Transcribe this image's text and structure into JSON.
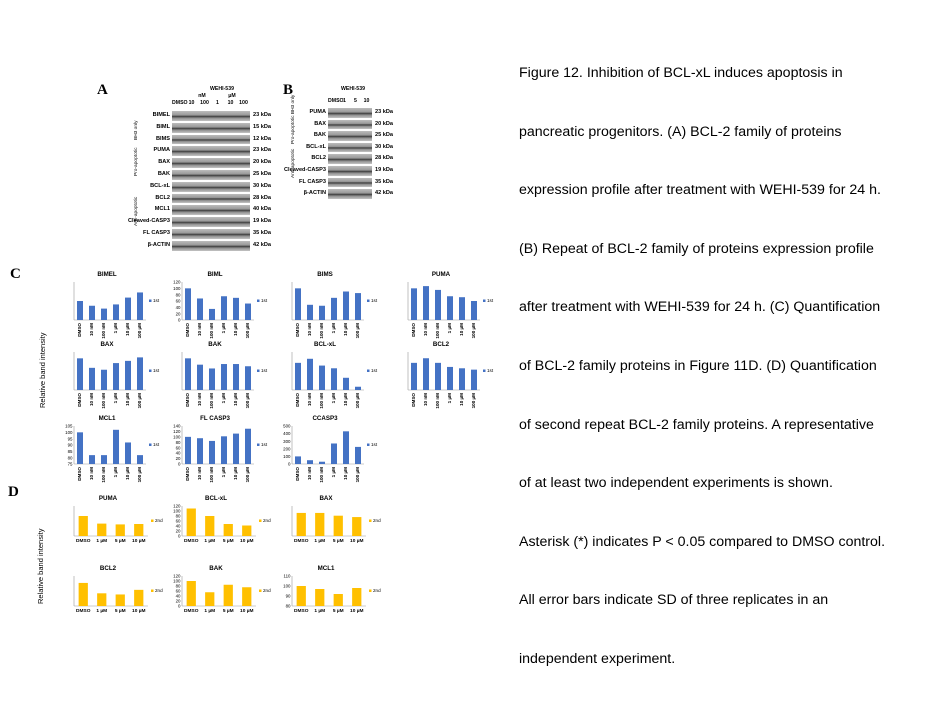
{
  "caption": {
    "lines": [
      "Figure 12. Inhibition of BCL-xL induces apoptosis in",
      "pancreatic progenitors. (A) BCL-2 family of proteins",
      "expression profile after treatment with WEHI-539 for 24 h.",
      "(B) Repeat of BCL-2 family of proteins expression profile",
      "after treatment with WEHI-539 for 24 h. (C) Quantification",
      "of BCL-2 family proteins in Figure 11D. (D) Quantification",
      "of second repeat BCL-2 family proteins. A representative",
      "of at least two independent experiments is shown.",
      "Asterisk (*) indicates P < 0.05 compared to DMSO control.",
      "All error bars indicate SD of three replicates in an",
      "independent experiment."
    ]
  },
  "panels": {
    "a": "A",
    "b": "B",
    "c": "C",
    "d": "D"
  },
  "blot_a": {
    "treatment": "WEHI-539",
    "units": [
      "nM",
      "μM"
    ],
    "lanes": [
      "DMSO",
      "10",
      "100",
      "1",
      "10",
      "100"
    ],
    "groups": [
      "BH3 only",
      "Pro-apoptotic",
      "Anti-apoptotic"
    ],
    "rows": [
      {
        "label": "BIMEL",
        "kda": "23 kDa"
      },
      {
        "label": "BIML",
        "kda": "15 kDa"
      },
      {
        "label": "BIMS",
        "kda": "12 kDa"
      },
      {
        "label": "PUMA",
        "kda": "23 kDa"
      },
      {
        "label": "BAX",
        "kda": "20 kDa"
      },
      {
        "label": "BAK",
        "kda": "25 kDa"
      },
      {
        "label": "BCL-xL",
        "kda": "30 kDa"
      },
      {
        "label": "BCL2",
        "kda": "28 kDa"
      },
      {
        "label": "MCL1",
        "kda": "40 kDa"
      },
      {
        "label": "Cleaved-CASP3",
        "kda": "19 kDa"
      },
      {
        "label": "FL CASP3",
        "kda": "35 kDa"
      },
      {
        "label": "β-ACTIN",
        "kda": "42 kDa"
      }
    ]
  },
  "blot_b": {
    "treatment": "WEHI-539",
    "lanes": [
      "DMSO",
      "1",
      "5",
      "10"
    ],
    "groups": [
      "Pro-apoptotic BH3 only",
      "Anti-apoptotic"
    ],
    "rows": [
      {
        "label": "PUMA",
        "kda": "23 kDa"
      },
      {
        "label": "BAX",
        "kda": "20 kDa"
      },
      {
        "label": "BAK",
        "kda": "25 kDa"
      },
      {
        "label": "BCL-xL",
        "kda": "30 kDa"
      },
      {
        "label": "BCL2",
        "kda": "28 kDa"
      },
      {
        "label": "Cleaved-CASP3",
        "kda": "19 kDa"
      },
      {
        "label": "FL CASP3",
        "kda": "35 kDa"
      },
      {
        "label": "β-ACTIN",
        "kda": "42 kDa"
      }
    ]
  },
  "axis_label": "Relative band intensity",
  "chart_data": [
    {
      "type": "bar",
      "panel": "C",
      "title": "BIMEL",
      "categories": [
        "DMSO",
        "10 nM",
        "100 nM",
        "1 µM",
        "10 µM",
        "100 µM"
      ],
      "series": [
        {
          "name": "1st",
          "values": [
            100,
            75,
            60,
            82,
            118,
            145
          ]
        }
      ],
      "ylim": [
        0,
        200
      ],
      "yticks": [],
      "color": "#4472c4"
    },
    {
      "type": "bar",
      "panel": "C",
      "title": "BIML",
      "categories": [
        "DMSO",
        "10 nM",
        "100 nM",
        "1 µM",
        "10 µM",
        "100 µM"
      ],
      "series": [
        {
          "name": "1st",
          "values": [
            100,
            68,
            35,
            75,
            70,
            52
          ]
        }
      ],
      "ylim": [
        0,
        120
      ],
      "yticks": [
        0,
        20,
        40,
        60,
        80,
        100,
        120
      ],
      "color": "#4472c4"
    },
    {
      "type": "bar",
      "panel": "C",
      "title": "BIMS",
      "categories": [
        "DMSO",
        "10 nM",
        "100 nM",
        "1 µM",
        "10 µM",
        "100 µM"
      ],
      "series": [
        {
          "name": "1st",
          "values": [
            100,
            48,
            45,
            70,
            90,
            85
          ]
        }
      ],
      "ylim": [
        0,
        120
      ],
      "yticks": [],
      "color": "#4472c4"
    },
    {
      "type": "bar",
      "panel": "C",
      "title": "PUMA",
      "categories": [
        "DMSO",
        "10 nM",
        "100 nM",
        "1 µM",
        "10 µM",
        "100 µM"
      ],
      "series": [
        {
          "name": "1st",
          "values": [
            100,
            107,
            95,
            75,
            72,
            60
          ]
        }
      ],
      "ylim": [
        0,
        120
      ],
      "yticks": [],
      "color": "#4472c4"
    },
    {
      "type": "bar",
      "panel": "C",
      "title": "BAX",
      "categories": [
        "DMSO",
        "10 nM",
        "100 nM",
        "1 µM",
        "10 µM",
        "100 µM"
      ],
      "series": [
        {
          "name": "1st",
          "values": [
            100,
            70,
            64,
            85,
            92,
            103
          ]
        }
      ],
      "ylim": [
        0,
        120
      ],
      "yticks": [],
      "color": "#4472c4"
    },
    {
      "type": "bar",
      "panel": "C",
      "title": "BAK",
      "categories": [
        "DMSO",
        "10 nM",
        "100 nM",
        "1 µM",
        "10 µM",
        "100 µM"
      ],
      "series": [
        {
          "name": "1st",
          "values": [
            100,
            80,
            68,
            82,
            82,
            75
          ]
        }
      ],
      "ylim": [
        0,
        120
      ],
      "yticks": [],
      "color": "#4472c4"
    },
    {
      "type": "bar",
      "panel": "C",
      "title": "BCL-xL",
      "categories": [
        "DMSO",
        "10 nM",
        "100 nM",
        "1 µM",
        "10 µM",
        "100 µM"
      ],
      "series": [
        {
          "name": "1st",
          "values": [
            100,
            115,
            90,
            80,
            45,
            12
          ]
        }
      ],
      "ylim": [
        0,
        140
      ],
      "yticks": [],
      "color": "#4472c4"
    },
    {
      "type": "bar",
      "panel": "C",
      "title": "BCL2",
      "categories": [
        "DMSO",
        "10 nM",
        "100 nM",
        "1 µM",
        "10 µM",
        "100 µM"
      ],
      "series": [
        {
          "name": "1st",
          "values": [
            100,
            117,
            100,
            85,
            80,
            75
          ]
        }
      ],
      "ylim": [
        0,
        140
      ],
      "yticks": [],
      "color": "#4472c4"
    },
    {
      "type": "bar",
      "panel": "C",
      "title": "MCL1",
      "categories": [
        "DMSO",
        "10 nM",
        "100 nM",
        "1 µM",
        "10 µM",
        "100 µM"
      ],
      "series": [
        {
          "name": "1st",
          "values": [
            100,
            82,
            82,
            102,
            92,
            82
          ]
        }
      ],
      "ylim": [
        75,
        105
      ],
      "yticks": [
        75,
        80,
        85,
        90,
        95,
        100,
        105
      ],
      "color": "#4472c4"
    },
    {
      "type": "bar",
      "panel": "C",
      "title": "FL CASP3",
      "categories": [
        "DMSO",
        "10 nM",
        "100 nM",
        "1 µM",
        "10 µM",
        "100 µM"
      ],
      "series": [
        {
          "name": "1st",
          "values": [
            100,
            95,
            85,
            102,
            112,
            130
          ]
        }
      ],
      "ylim": [
        0,
        140
      ],
      "yticks": [
        0,
        20,
        40,
        60,
        80,
        100,
        120,
        140
      ],
      "color": "#4472c4"
    },
    {
      "type": "bar",
      "panel": "C",
      "title": "CCASP3",
      "categories": [
        "DMSO",
        "10 nM",
        "100 nM",
        "1 µM",
        "10 µM",
        "100 µM"
      ],
      "series": [
        {
          "name": "1st",
          "values": [
            100,
            50,
            30,
            270,
            430,
            225
          ]
        }
      ],
      "ylim": [
        0,
        500
      ],
      "yticks": [
        0,
        100,
        200,
        300,
        400,
        500
      ],
      "color": "#4472c4"
    },
    {
      "type": "bar",
      "panel": "D",
      "title": "PUMA",
      "categories": [
        "DMSO",
        "1 µM",
        "5 µM",
        "10 µM"
      ],
      "series": [
        {
          "name": "2nd",
          "values": [
            100,
            62,
            58,
            60
          ]
        }
      ],
      "ylim": [
        0,
        150
      ],
      "yticks": [],
      "color": "#ffc000"
    },
    {
      "type": "bar",
      "panel": "D",
      "title": "BCL-xL",
      "categories": [
        "DMSO",
        "1 µM",
        "5 µM",
        "10 µM"
      ],
      "series": [
        {
          "name": "2nd",
          "values": [
            110,
            80,
            48,
            42
          ]
        }
      ],
      "ylim": [
        0,
        120
      ],
      "yticks": [
        0,
        20,
        40,
        60,
        80,
        100,
        120
      ],
      "color": "#ffc000"
    },
    {
      "type": "bar",
      "panel": "D",
      "title": "BAX",
      "categories": [
        "DMSO",
        "1 µM",
        "5 µM",
        "10 µM"
      ],
      "series": [
        {
          "name": "2nd",
          "values": [
            100,
            100,
            88,
            82
          ]
        }
      ],
      "ylim": [
        0,
        130
      ],
      "yticks": [],
      "color": "#ffc000"
    },
    {
      "type": "bar",
      "panel": "D",
      "title": "BCL2",
      "categories": [
        "DMSO",
        "1 µM",
        "5 µM",
        "10 µM"
      ],
      "series": [
        {
          "name": "2nd",
          "values": [
            100,
            55,
            50,
            70
          ]
        }
      ],
      "ylim": [
        0,
        130
      ],
      "yticks": [],
      "color": "#ffc000"
    },
    {
      "type": "bar",
      "panel": "D",
      "title": "BAK",
      "categories": [
        "DMSO",
        "1 µM",
        "5 µM",
        "10 µM"
      ],
      "series": [
        {
          "name": "2nd",
          "values": [
            100,
            55,
            85,
            75
          ]
        }
      ],
      "ylim": [
        0,
        120
      ],
      "yticks": [
        0,
        20,
        40,
        60,
        80,
        100,
        120
      ],
      "color": "#ffc000"
    },
    {
      "type": "bar",
      "panel": "D",
      "title": "MCL1",
      "categories": [
        "DMSO",
        "1 µM",
        "5 µM",
        "10 µM"
      ],
      "series": [
        {
          "name": "2nd",
          "values": [
            100,
            97,
            92,
            98
          ]
        }
      ],
      "ylim": [
        80,
        110
      ],
      "yticks": [
        80,
        90,
        100,
        110
      ],
      "color": "#ffc000"
    }
  ]
}
